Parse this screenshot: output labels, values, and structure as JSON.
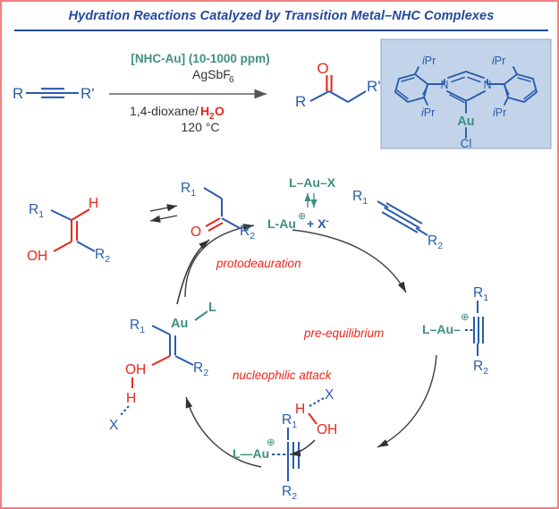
{
  "figure": {
    "title": "Hydration Reactions Catalyzed by Transition Metal–NHC Complexes",
    "border_color": "#f28080",
    "title_color": "#24499b"
  },
  "colors": {
    "blue": "#2a5caa",
    "red": "#e8271d",
    "teal": "#3f8f80",
    "black": "#333333",
    "box_fill": "#c3d4ea",
    "box_stroke": "#8aa5c6"
  },
  "scheme": {
    "substrate": {
      "left_label": "R",
      "right_label": "R'",
      "bond": "triple"
    },
    "conditions": {
      "catalyst": "[NHC-Au] (10-1000 ppm)",
      "additive": "AgSbF",
      "additive_sub": "6",
      "solvent_prefix": "1,4-dioxane/",
      "solvent_water": "H",
      "solvent_water_sub": "2",
      "solvent_water_suffix": "O",
      "temperature": "120 °C"
    },
    "product": {
      "left_label": "R",
      "right_label": "R'",
      "carbonyl": "O"
    }
  },
  "catalyst_box": {
    "nitrogen_left": "N",
    "nitrogen_right": "N",
    "metal": "Au",
    "halide": "Cl",
    "substituents": [
      "iPr",
      "iPr",
      "iPr",
      "iPr"
    ],
    "substituent_italic_prefix": "i",
    "substituent_rest": "Pr"
  },
  "cycle": {
    "labels": {
      "protodeauration": "protodeauration",
      "pre_equilibrium": "pre-equilibrium",
      "nucleophilic_attack": "nucleophilic attack"
    },
    "enol": {
      "r1": "R",
      "r1_sub": "1",
      "r2": "R",
      "r2_sub": "2",
      "hydrogen": "H",
      "hydroxyl": "OH"
    },
    "ketone": {
      "r1": "R",
      "r1_sub": "1",
      "r2": "R",
      "r2_sub": "2",
      "carbonyl": "O"
    },
    "precatalyst": {
      "neutral": "L–Au–X",
      "cation_prefix": "L-Au",
      "charge": "⊕",
      "anion": "+ X",
      "anion_sup": "-"
    },
    "alkyne_in": {
      "r1": "R",
      "r1_sub": "1",
      "r2": "R",
      "r2_sub": "2"
    },
    "pi_complex": {
      "metal_label": "L–Au–",
      "charge": "⊕",
      "r1": "R",
      "r1_sub": "1",
      "r2": "R",
      "r2_sub": "2"
    },
    "water_adduct": {
      "metal_label": "L—Au",
      "charge": "⊕",
      "r1": "R",
      "r1_sub": "1",
      "r2": "R",
      "r2_sub": "2",
      "hydroxyl": "OH",
      "proton": "H",
      "anion": "X"
    },
    "vinyl_gold": {
      "metal": "Au",
      "ligand": "L",
      "r1": "R",
      "r1_sub": "1",
      "r2": "R",
      "r2_sub": "2",
      "hydroxyl": "OH",
      "proton": "H",
      "anion": "X"
    }
  }
}
